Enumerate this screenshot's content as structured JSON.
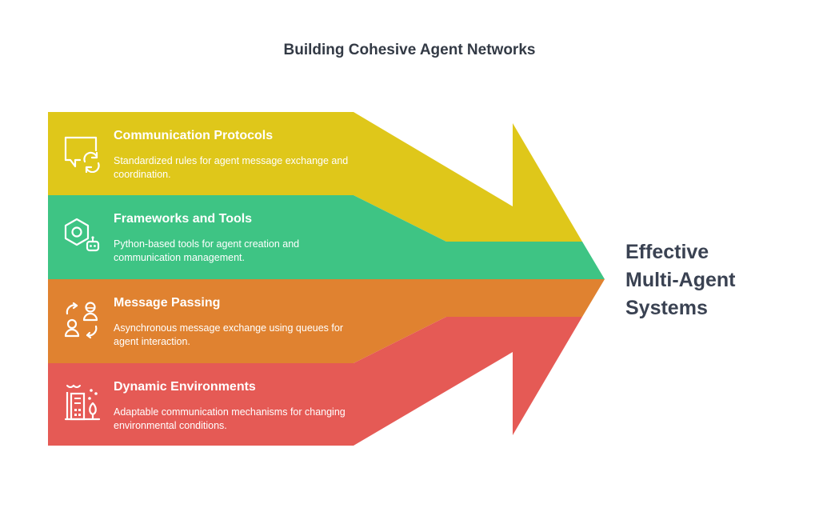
{
  "title": "Building Cohesive Agent Networks",
  "bands": [
    {
      "title": "Communication Protocols",
      "description": "Standardized rules for agent message exchange and coordination.",
      "icon": "chat-sync-icon",
      "color": "#dfc71a"
    },
    {
      "title": "Frameworks and Tools",
      "description": "Python-based tools for agent creation and communication management.",
      "icon": "hexagon-robot-icon",
      "color": "#3ec484"
    },
    {
      "title": "Message Passing",
      "description": "Asynchronous message exchange using queues for agent interaction.",
      "icon": "people-exchange-icon",
      "color": "#e08230"
    },
    {
      "title": "Dynamic Environments",
      "description": "Adaptable communication mechanisms for changing environmental conditions.",
      "icon": "environment-icon",
      "color": "#e55a55"
    }
  ],
  "outcome": {
    "line1": "Effective",
    "line2": "Multi-Agent",
    "line3": "Systems"
  }
}
